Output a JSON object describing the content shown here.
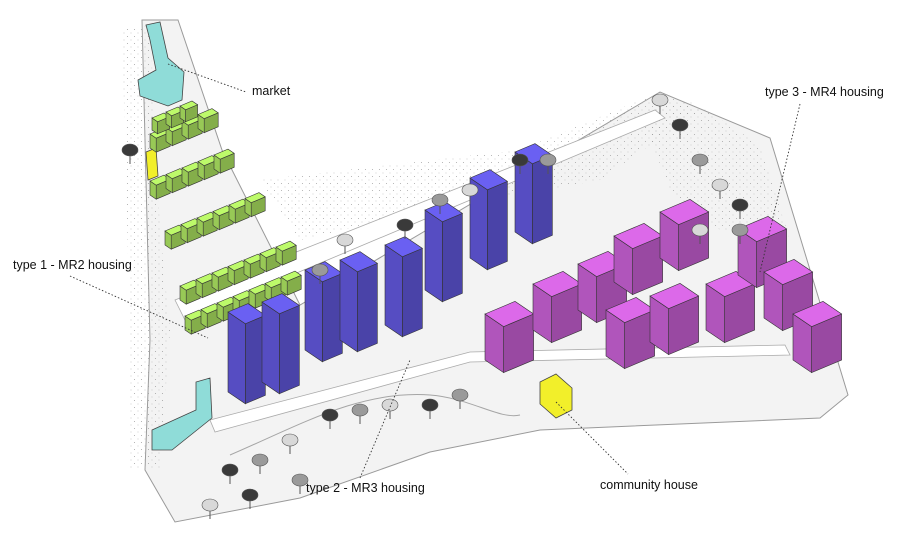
{
  "labels": {
    "market": "market",
    "type1": "type 1 - MR2 housing",
    "type2": "type 2 - MR3 housing",
    "type3": "type 3 - MR4 housing",
    "community": "community house"
  },
  "colors": {
    "market": "#8fdcd8",
    "mr2": "#a9df5f",
    "mr3": "#5f56d8",
    "mr4": "#c45ed0",
    "community": "#f2ef2a",
    "site": "#f4f4f4",
    "road": "#ffffff",
    "tree": "#444444"
  }
}
